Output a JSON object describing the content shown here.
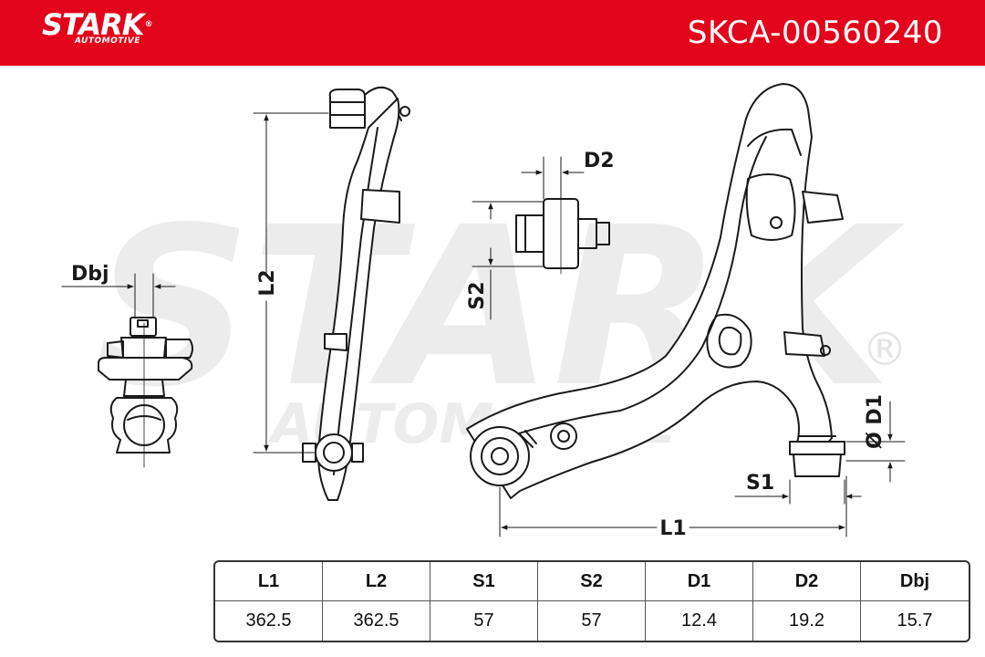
{
  "brand": {
    "name": "STARK",
    "reg": "®",
    "sub": "AUTOMOTIVE"
  },
  "part_number": "SKCA-00560240",
  "watermark": {
    "main": "STARK",
    "sub": "AUTOMOTIVE",
    "reg": "®"
  },
  "dimension_labels": {
    "dbj": "Dbj",
    "l2": "L2",
    "d2": "D2",
    "s2": "S2",
    "d1": "Ø D1",
    "s1": "S1",
    "l1": "L1"
  },
  "colors": {
    "header": "#e3051b",
    "line": "#1a1a1a",
    "watermark": "#ececec"
  },
  "spec_table": {
    "headers": [
      "L1",
      "L2",
      "S1",
      "S2",
      "D1",
      "D2",
      "Dbj"
    ],
    "values": [
      "362.5",
      "362.5",
      "57",
      "57",
      "12.4",
      "19.2",
      "15.7"
    ]
  }
}
